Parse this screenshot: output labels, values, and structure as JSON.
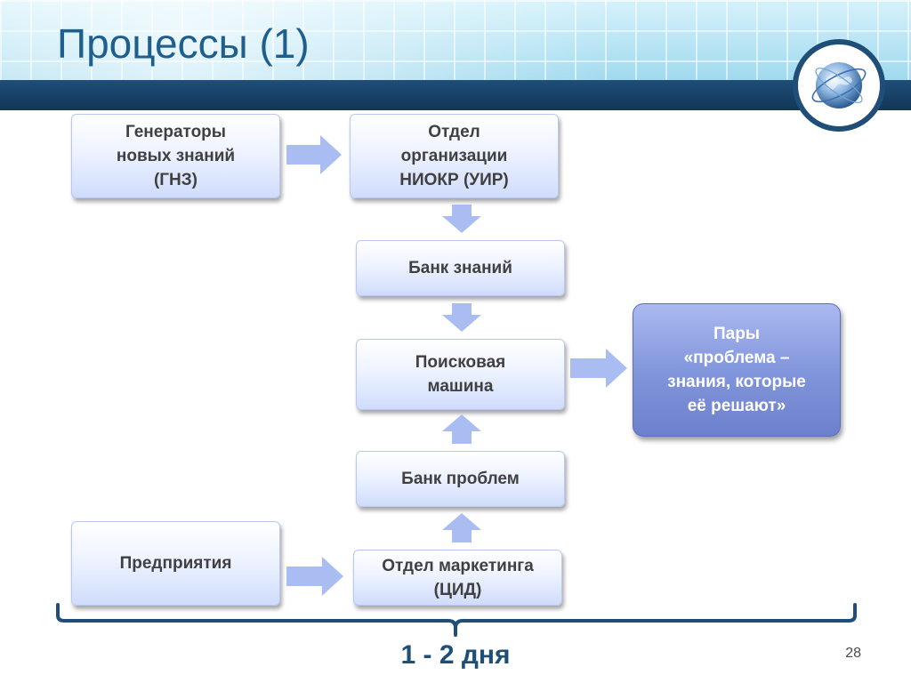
{
  "slide": {
    "title": "Процессы (1)",
    "page_number": "28"
  },
  "diagram": {
    "nodes": {
      "gnz": "Генераторы\nновых знаний\n(ГНЗ)",
      "niokr": "Отдел\nорганизации\nНИОКР (УИР)",
      "knowledge_bank": "Банк знаний",
      "search_engine": "Поисковая\nмашина",
      "problem_bank": "Банк проблем",
      "enterprises": "Предприятия",
      "marketing": "Отдел маркетинга\n(ЦИД)",
      "pairs": "Пары\n«проблема –\nзнания, которые\nеё решают»"
    },
    "duration_label": "1 - 2 дня"
  },
  "colors": {
    "title": "#1f5f8d",
    "header_bar": "#1f4e79",
    "arrow": "#a9bdf3",
    "brace": "#1f4e79",
    "duration": "#1f4f77"
  }
}
